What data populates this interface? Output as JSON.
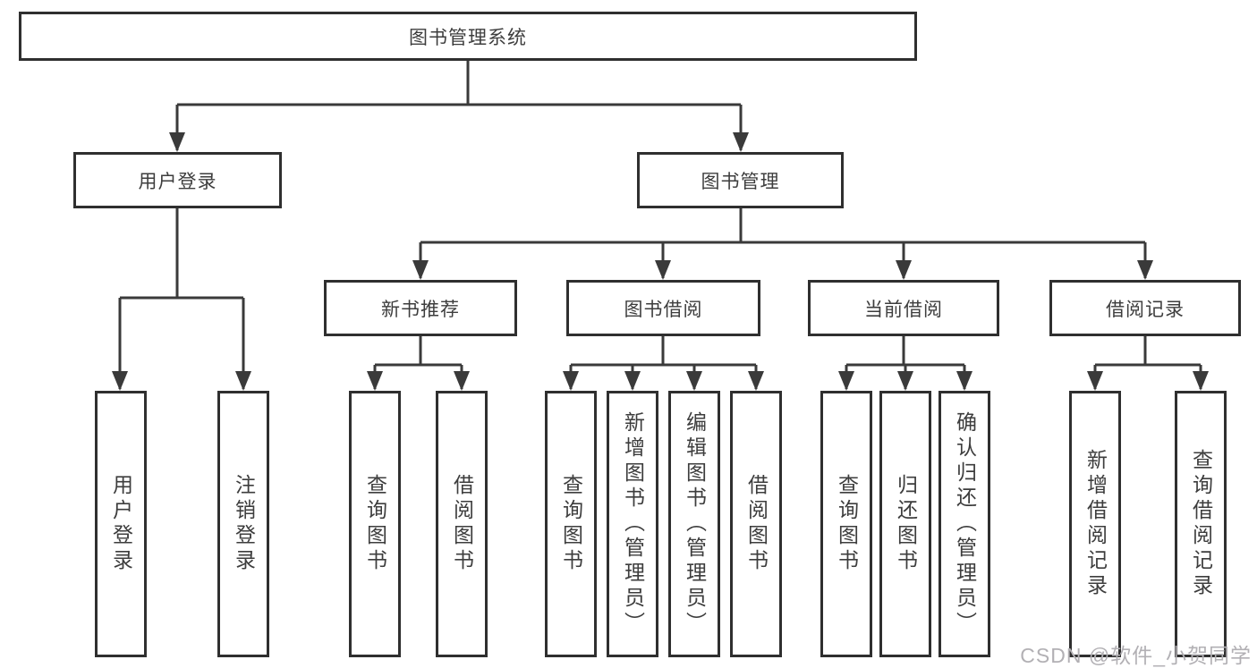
{
  "title": "图书管理系统",
  "tree": {
    "label": "图书管理系统",
    "children": [
      {
        "label": "用户登录",
        "children": [
          {
            "label": "用户登录"
          },
          {
            "label": "注销登录"
          }
        ]
      },
      {
        "label": "图书管理",
        "children": [
          {
            "label": "新书推荐",
            "children": [
              {
                "label": "查询图书"
              },
              {
                "label": "借阅图书"
              }
            ]
          },
          {
            "label": "图书借阅",
            "children": [
              {
                "label": "查询图书"
              },
              {
                "label": "新增图书（管理员）"
              },
              {
                "label": "编辑图书（管理员）"
              },
              {
                "label": "借阅图书"
              }
            ]
          },
          {
            "label": "当前借阅",
            "children": [
              {
                "label": "查询图书"
              },
              {
                "label": "归还图书"
              },
              {
                "label": "确认归还（管理员）"
              }
            ]
          },
          {
            "label": "借阅记录",
            "children": [
              {
                "label": "新增借阅记录"
              },
              {
                "label": "查询借阅记录"
              }
            ]
          }
        ]
      }
    ]
  },
  "watermark": {
    "text": "CSDN @软件_小贺同学"
  },
  "colors": {
    "line": "#3a3a3a",
    "box_border": "#2f2f2f",
    "text": "#3d3d3d",
    "background": "#ffffff",
    "watermark": "#b2b0b4"
  }
}
